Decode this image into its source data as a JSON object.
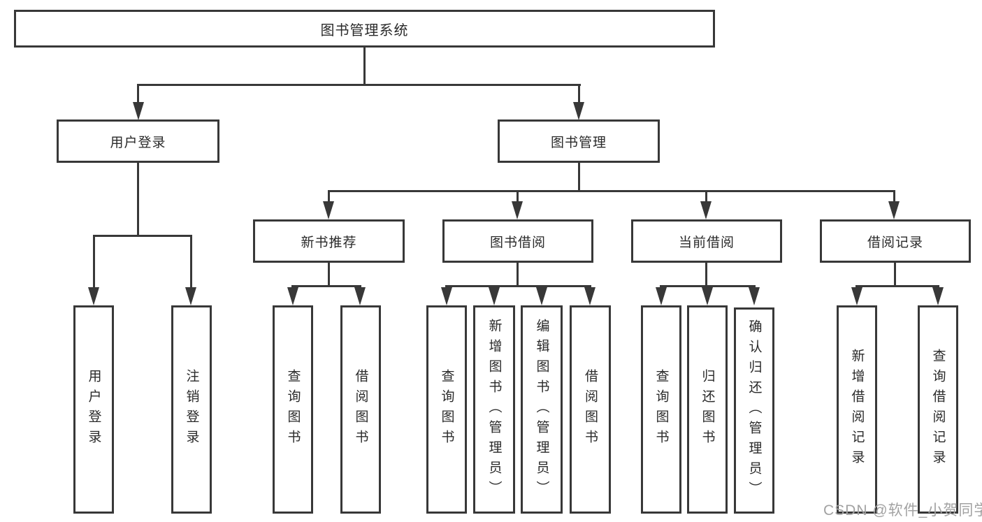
{
  "diagram_title": "图书管理系统",
  "colors": {
    "line": "#383838",
    "box_border": "#383838",
    "text": "#2a2a2a",
    "background": "#ffffff",
    "watermark": "#a2a2a2"
  },
  "nodes": {
    "root": {
      "label": "图书管理系统"
    },
    "level2": {
      "user_login": {
        "label": "用户登录"
      },
      "book_mgmt": {
        "label": "图书管理"
      }
    },
    "level3": {
      "new_book_rec": {
        "label": "新书推荐"
      },
      "book_borrow": {
        "label": "图书借阅"
      },
      "current_borrow": {
        "label": "当前借阅"
      },
      "borrow_records": {
        "label": "借阅记录"
      }
    },
    "leaves": {
      "user_login_leaf": "用户登录",
      "logout": "注销登录",
      "rec_query_books": "查询图书",
      "rec_borrow_books": "借阅图书",
      "bb_query_books": "查询图书",
      "bb_add_books": "新增图书（管理员）",
      "bb_edit_books": "编辑图书（管理员）",
      "bb_borrow_books": "借阅图书",
      "cb_query_books": "查询图书",
      "cb_return_books": "归还图书",
      "cb_confirm_return": "确认归还（管理员）",
      "br_add_record": "新增借阅记录",
      "br_query_record": "查询借阅记录"
    }
  },
  "watermark": "CSDN @软件_小贺同学"
}
